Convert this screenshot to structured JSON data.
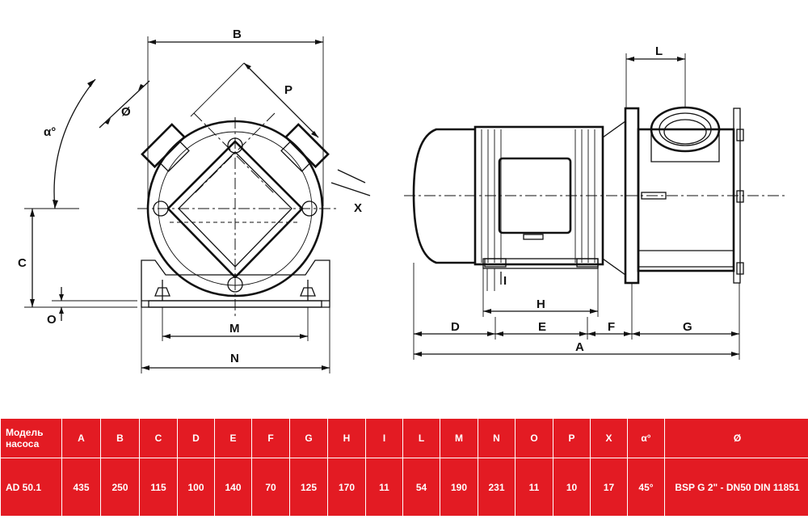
{
  "drawing": {
    "dimension_labels": {
      "A": "A",
      "B": "B",
      "C": "C",
      "D": "D",
      "E": "E",
      "F": "F",
      "G": "G",
      "H": "H",
      "I": "I",
      "L": "L",
      "M": "M",
      "N": "N",
      "O": "O",
      "P": "P",
      "X": "X",
      "alpha": "α°",
      "diameter": "Ø"
    }
  },
  "table": {
    "headers": [
      "Модель насоса",
      "A",
      "B",
      "C",
      "D",
      "E",
      "F",
      "G",
      "H",
      "I",
      "L",
      "M",
      "N",
      "O",
      "P",
      "X",
      "α°",
      "Ø"
    ],
    "rows": [
      [
        "AD 50.1",
        "435",
        "250",
        "115",
        "100",
        "140",
        "70",
        "125",
        "170",
        "11",
        "54",
        "190",
        "231",
        "11",
        "10",
        "17",
        "45°",
        "BSP G  2\" - DN50  DIN 11851"
      ]
    ]
  },
  "colors": {
    "table_bg": "#e31b23",
    "table_text": "#ffffff",
    "line": "#111111"
  }
}
